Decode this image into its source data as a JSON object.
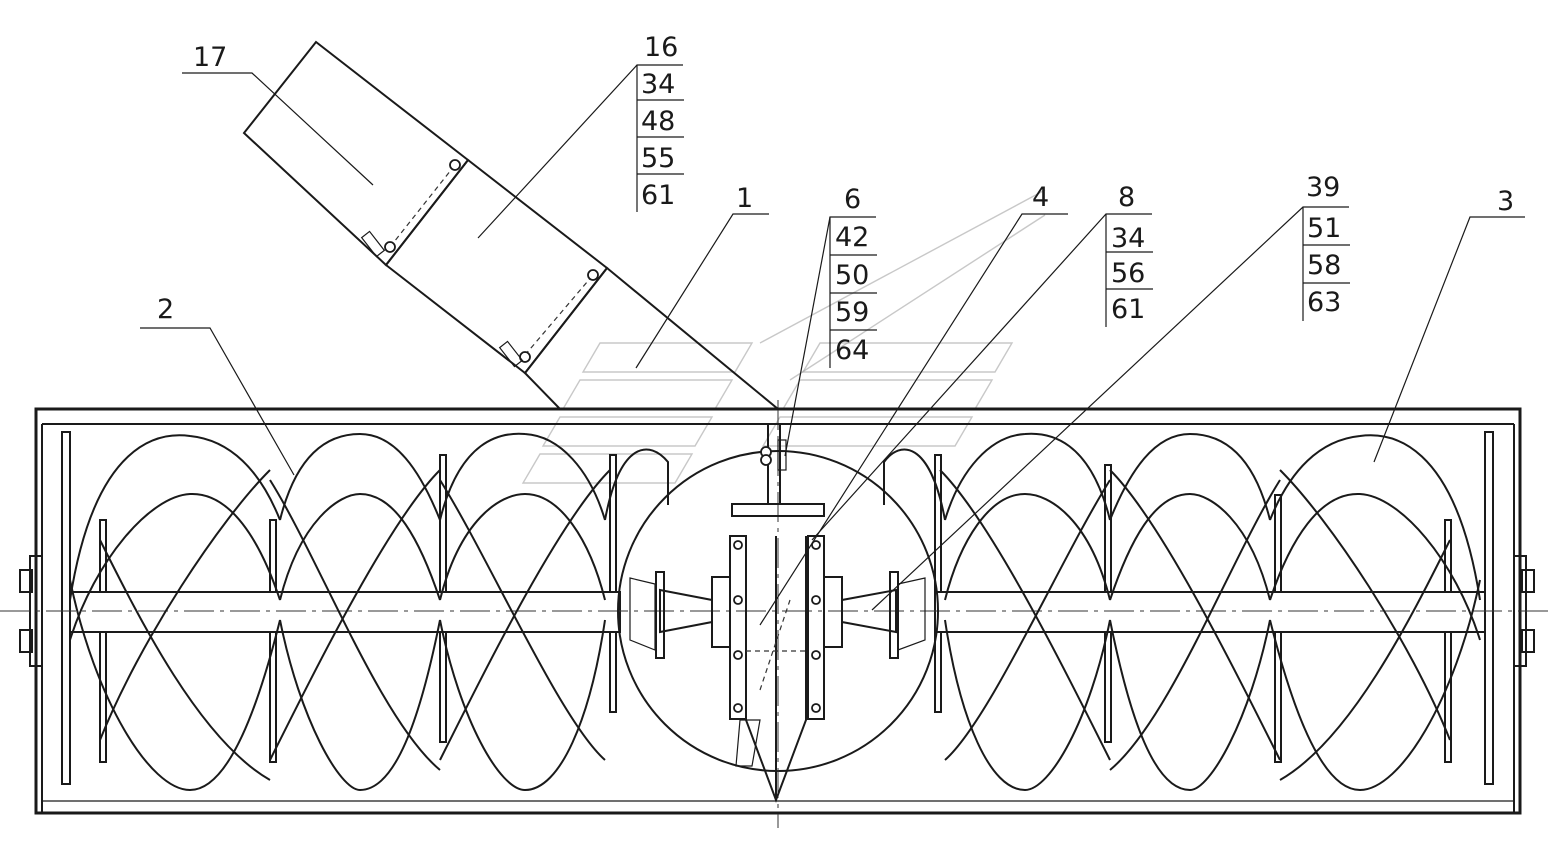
{
  "callouts": {
    "c17": "17",
    "c16": [
      "16",
      "34",
      "48",
      "55",
      "61"
    ],
    "c1": "1",
    "c6": [
      "6",
      "42",
      "50",
      "59",
      "64"
    ],
    "c4": "4",
    "c8": [
      "8",
      "34",
      "56",
      "61"
    ],
    "c39": [
      "39",
      "51",
      "58",
      "63"
    ],
    "c3": "3",
    "c2": "2"
  }
}
